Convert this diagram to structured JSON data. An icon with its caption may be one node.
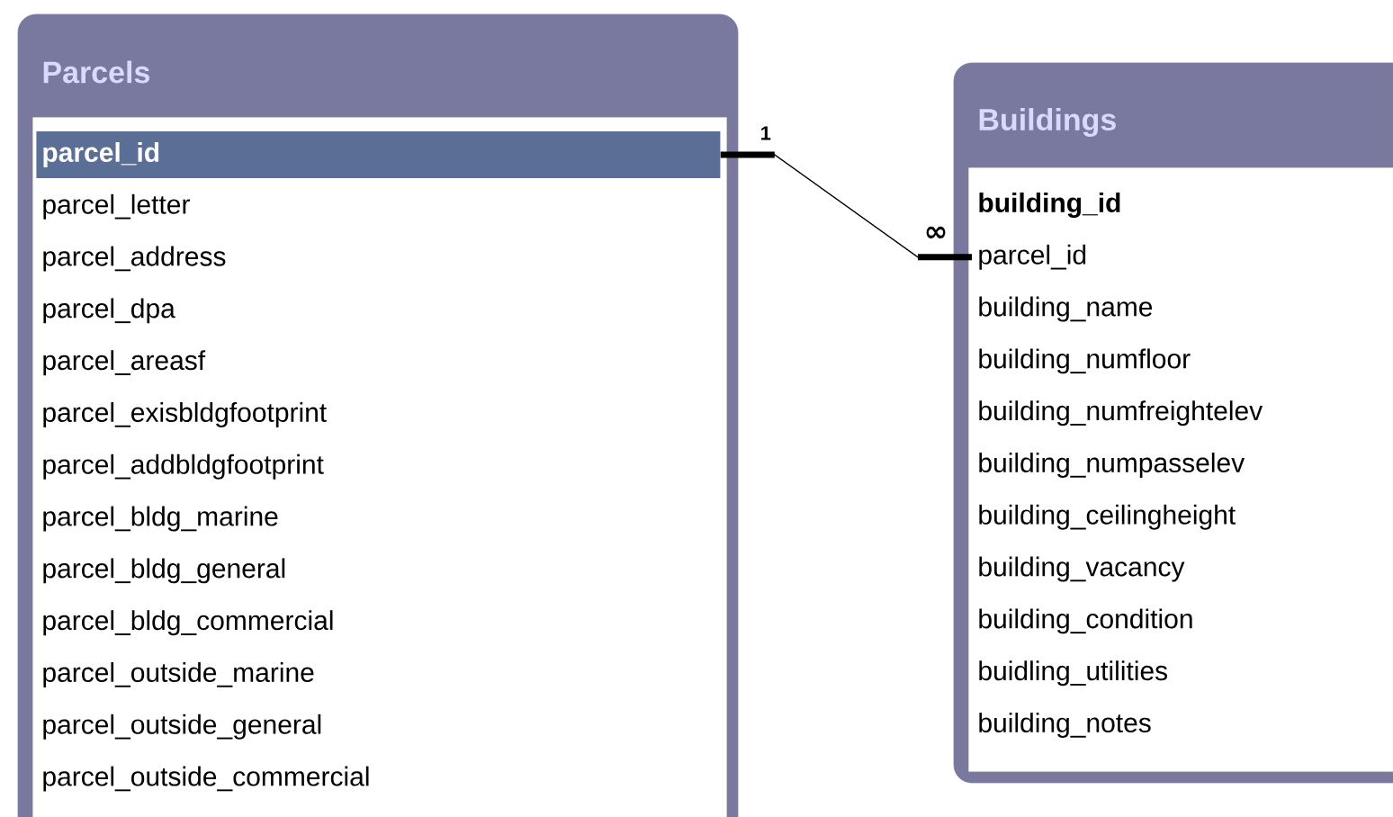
{
  "diagram": {
    "nodes": [
      {
        "text": [
          "Parcels"
        ]
      },
      {
        "text": [
          "parcel_id"
        ],
        "in": 0
      },
      {
        "text": [
          "parcel_letter"
        ],
        "in": 0
      },
      {
        "text": [
          "parcel_address"
        ],
        "in": 0
      },
      {
        "text": [
          "parcel_dpa"
        ],
        "in": 0
      },
      {
        "text": [
          "parcel_areasf"
        ],
        "in": 0
      },
      {
        "text": [
          "parcel_exisbldgfootprint"
        ],
        "in": 0
      },
      {
        "text": [
          "parcel_addbldgfootprint"
        ],
        "in": 0
      },
      {
        "text": [
          "parcel_bldg_marine"
        ],
        "in": 0
      },
      {
        "text": [
          "parcel_bldg_general"
        ],
        "in": 0
      },
      {
        "text": [
          "parcel_bldg_commercial"
        ],
        "in": 0
      },
      {
        "text": [
          "parcel_outside_marine"
        ],
        "in": 0
      },
      {
        "text": [
          "parcel_outside_general"
        ],
        "in": 0
      },
      {
        "text": [
          "parcel_outside_commercial"
        ],
        "in": 0
      },
      {
        "text": [
          "Buildings"
        ]
      },
      {
        "text": [
          "building_id"
        ],
        "in": 14
      },
      {
        "text": [
          "parcel_id"
        ],
        "in": 14
      },
      {
        "text": [
          "building_name"
        ],
        "in": 14
      },
      {
        "text": [
          "building_numfloor"
        ],
        "in": 14
      },
      {
        "text": [
          "building_numfreightelev"
        ],
        "in": 14
      },
      {
        "text": [
          "building_numpasselev"
        ],
        "in": 14
      },
      {
        "text": [
          "building_ceilingheight"
        ],
        "in": 14
      },
      {
        "text": [
          "building_vacancy"
        ],
        "in": 14
      },
      {
        "text": [
          "building_condition"
        ],
        "in": 14
      },
      {
        "text": [
          "buidling_utilities"
        ],
        "in": 14
      },
      {
        "text": [
          "building_notes"
        ],
        "in": 14
      }
    ],
    "edges": [
      {
        "from": 1,
        "to": 16,
        "arrow": "none"
      }
    ],
    "labels": [
      "1",
      "∞"
    ]
  }
}
